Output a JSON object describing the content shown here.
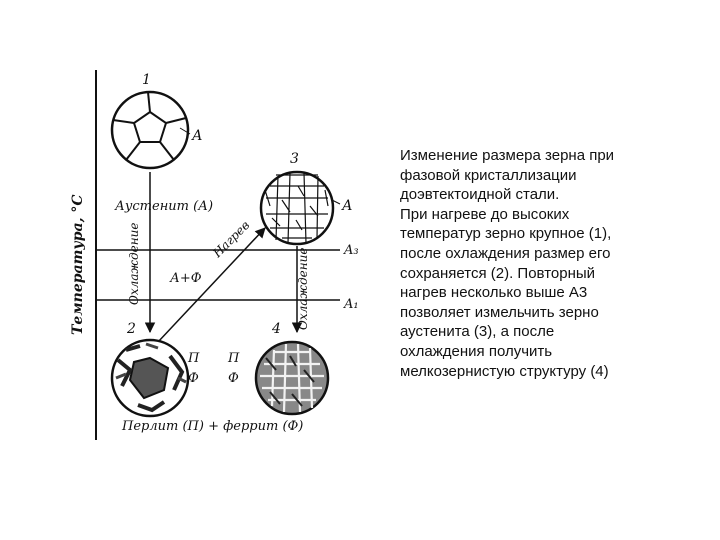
{
  "diagram": {
    "axis_label": "Температура, °С",
    "numbers": {
      "n1": "1",
      "n2": "2",
      "n3": "3",
      "n4": "4"
    },
    "labels": {
      "austenite": "Аустенит (А)",
      "a_plus_f": "А+Ф",
      "heating": "Нагрев",
      "cooling_left": "Охлаждение",
      "cooling_right": "Охлаждение",
      "pearlite_ferrite": "Перлит (П) + феррит (Ф)",
      "a_grain1": "А",
      "a_grain3": "А",
      "a3": "A₃",
      "a1": "A₁",
      "p2": "П",
      "f2": "Ф",
      "p4": "П",
      "f4": "Ф"
    }
  },
  "caption": "Изменение размера зерна при\nфазовой кристаллизации\nдоэвтектоидной стали.\nПри нагреве до высоких\nтемператур зерно крупное (1),\nпосле охлаждения размер его\nсохраняется (2). Повторный\nнагрев несколько выше А3\nпозволяет измельчить зерно\nаустенита (3), а после\nохлаждения получить\nмелкозернистую структуру (4)"
}
